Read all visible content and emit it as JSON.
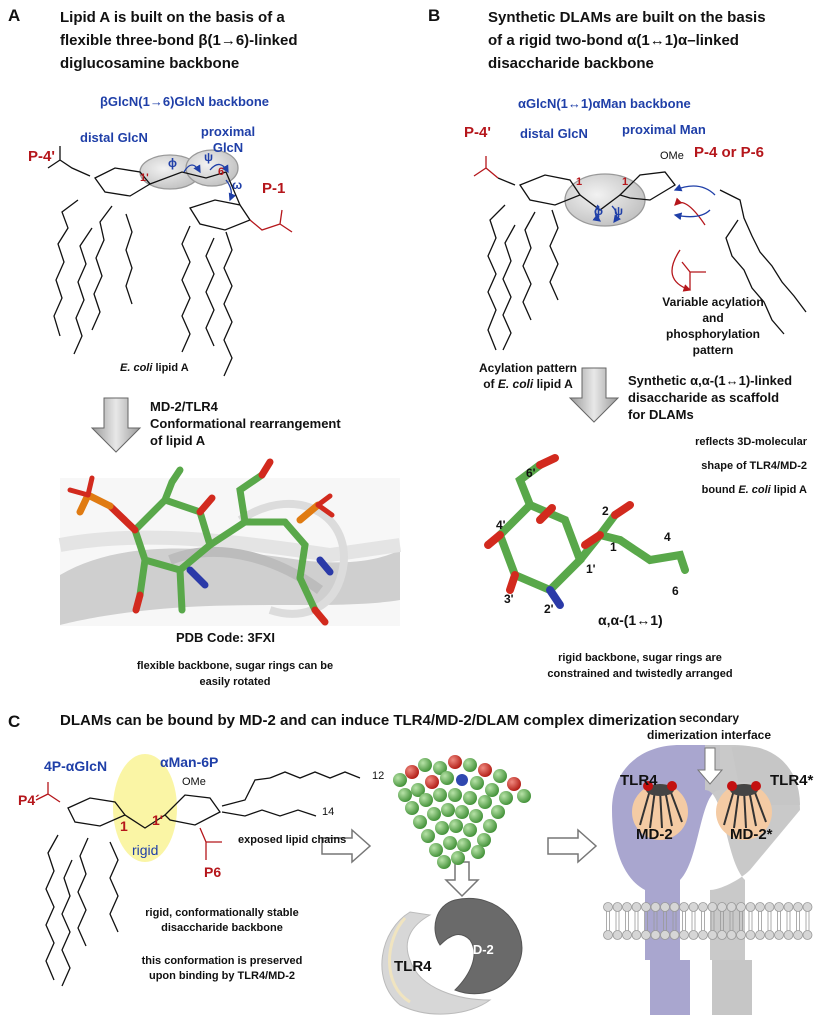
{
  "panel_a": {
    "letter": "A",
    "heading_lines": [
      "Lipid A is built on the basis of a",
      "flexible three-bond β(1→6)-linked",
      "diglucosamine backbone"
    ],
    "backbone_label": "βGlcN(1→6)GlcN backbone",
    "distal_label": "distal GlcN",
    "proximal_label": "proximal GlcN",
    "p4_label": "P-4'",
    "p1_label": "P-1",
    "phi": "ϕ",
    "psi": "ψ",
    "omega": "ω",
    "six": "6",
    "one_prime": "1'",
    "ecoli_label_italic": "E. coli",
    "ecoli_label_rest": "lipid A",
    "arrow_text_lines": [
      "MD-2/TLR4",
      "Conformational rearrangement",
      "of lipid A"
    ],
    "pdb_code": "PDB Code: 3FXI",
    "caption_lines": [
      "flexible backbone, sugar rings can be",
      "easily rotated"
    ]
  },
  "panel_b": {
    "letter": "B",
    "heading_lines": [
      "Synthetic DLAMs are built on the basis",
      "of a rigid two-bond α(1↔1)α–linked",
      "disaccharide backbone"
    ],
    "backbone_label": "αGlcN(1↔1)αMan backbone",
    "distal_label": "distal GlcN",
    "proximal_label": "proximal Man",
    "p4_label": "P-4'",
    "p46_label": "P-4 or P-6",
    "one": "1",
    "phi": "ϕ",
    "psi": "ψ",
    "ome": "OMe",
    "variable_lines": [
      "Variable acylation",
      "and",
      "phosphorylation",
      "pattern"
    ],
    "acylation_lines": [
      "Acylation pattern",
      "of"
    ],
    "acylation_italic": "E. coli",
    "acylation_rest": "lipid A",
    "arrow_text_lines": [
      "Synthetic α,α-(1↔1)-linked",
      "disaccharide as scaffold",
      "for DLAMs"
    ],
    "reflects_lines": [
      "reflects 3D-molecular",
      "shape  of TLR4/MD-2"
    ],
    "bound_pre": "bound",
    "bound_italic": "E. coli",
    "bound_post": "lipid A",
    "atom_numbers": [
      "6'",
      "2",
      "4",
      "4'",
      "1",
      "1'",
      "6",
      "3'",
      "2'"
    ],
    "linkage_label": "α,α-(1↔1)",
    "caption_lines": [
      "rigid backbone, sugar rings are",
      "constrained  and twistedly arranged"
    ]
  },
  "panel_c": {
    "letter": "C",
    "heading": "DLAMs can be bound by MD-2 and can induce TLR4/MD-2/DLAM complex dimerization",
    "glcn_label": "4P-αGlcN",
    "man_label": "αMan-6P",
    "p4_label": "P4´",
    "p6_label": "P6",
    "one": "1",
    "one_prime": "1'",
    "ome": "OMe",
    "rigid": "rigid",
    "exposed": "exposed lipid chains",
    "chain12": "12",
    "chain14": "14",
    "rigid_caption_lines": [
      "rigid, conformationally stable",
      "disaccharide backbone"
    ],
    "preserved_lines": [
      "this conformation is preserved",
      "upon binding by TLR4/MD-2"
    ],
    "tlr4_label": "TLR4",
    "md2_label": "MD-2",
    "secondary_lines": [
      "secondary",
      "dimerization interface"
    ],
    "tlr4_left": "TLR4",
    "tlr4_right": "TLR4*",
    "md2_left": "MD-2",
    "md2_right": "MD-2*"
  },
  "colors": {
    "blue": "#1f3fa8",
    "red": "#b5161b",
    "carbon_green": "#59a84a",
    "oxygen_red": "#d22a1e",
    "phosphorus_orange": "#e07b12",
    "nitrogen_blue": "#2b3aa8",
    "tlr4_purple": "#a9a6cf",
    "tlr4_grey": "#c6c6c6",
    "md2_peach": "#f4cba4",
    "highlight_yellow": "#faf4a0"
  }
}
